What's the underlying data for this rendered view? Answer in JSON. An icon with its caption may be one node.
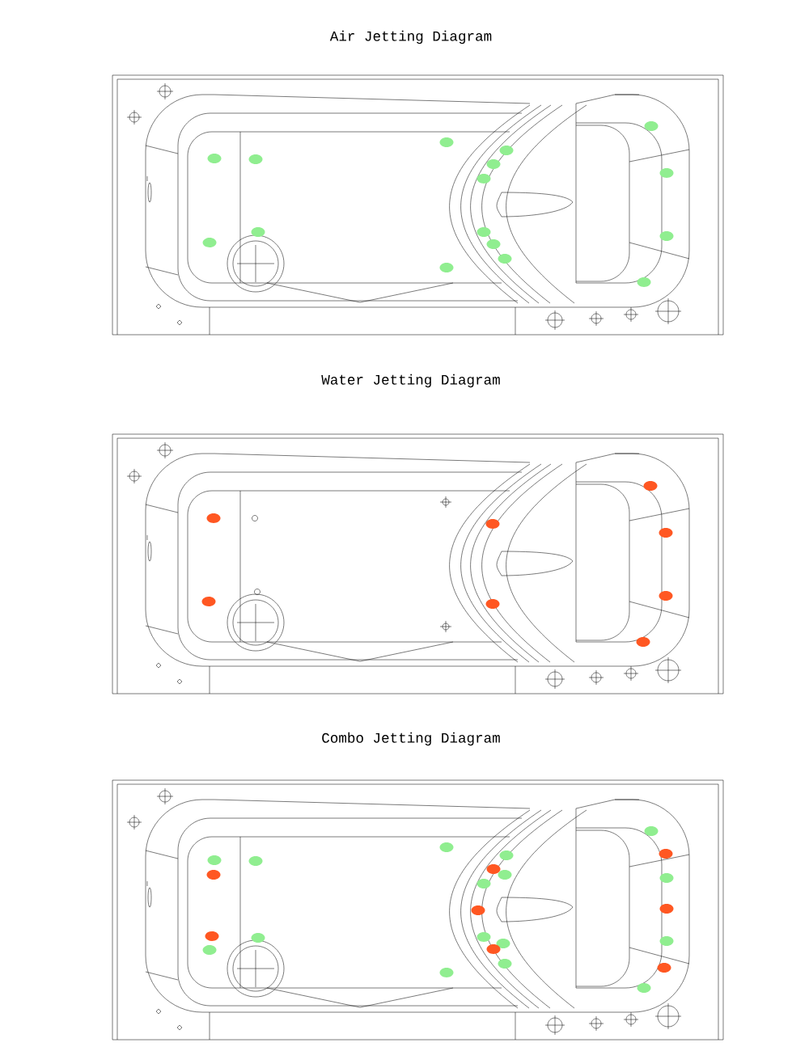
{
  "diagram": {
    "labels": [
      "Air Jetting Diagram",
      "Water Jetting Diagram",
      "Combo Jetting Diagram"
    ]
  }
}
